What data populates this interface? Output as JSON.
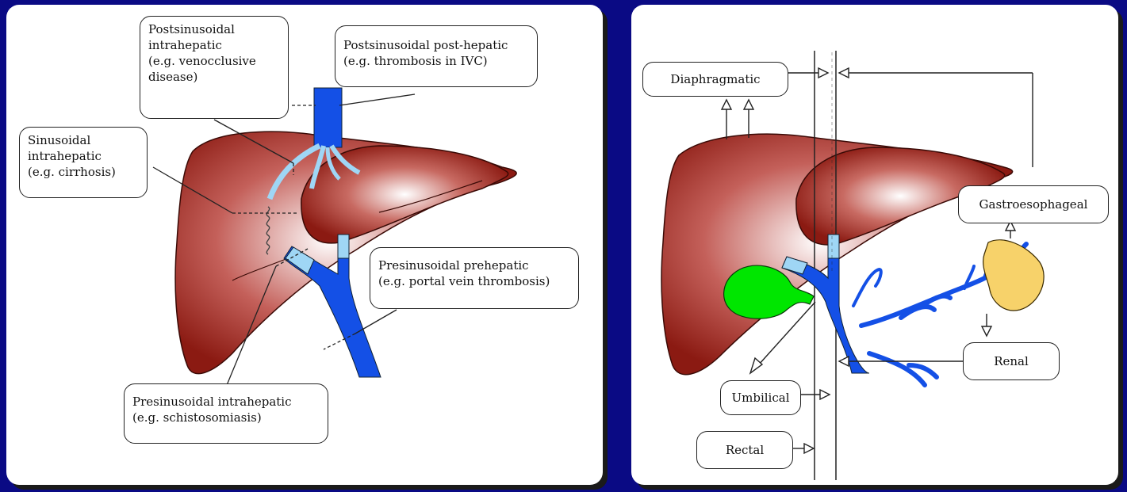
{
  "left_panel": {
    "labels": {
      "postsinusoidal_intrahepatic": [
        "Postsinusoidal",
        "intrahepatic",
        "(e.g. venocclusive",
        "disease)"
      ],
      "postsinusoidal_posthepatic": [
        "Postsinusoidal post-hepatic",
        "(e.g. thrombosis in IVC)"
      ],
      "sinusoidal_intrahepatic": [
        "Sinusoidal",
        "intrahepatic",
        "(e.g. cirrhosis)"
      ],
      "presinusoidal_prehepatic": [
        "Presinusoidal prehepatic",
        "(e.g. portal vein thrombosis)"
      ],
      "presinusoidal_intrahepatic": [
        "Presinusoidal intrahepatic",
        "(e.g. schistosomiasis)"
      ]
    }
  },
  "right_panel": {
    "labels": {
      "diaphragmatic": "Diaphragmatic",
      "gastroesophageal": "Gastroesophageal",
      "renal": "Renal",
      "umbilical": "Umbilical",
      "rectal": "Rectal"
    }
  },
  "colors": {
    "liver": "#8b1a12",
    "liver_highlight": "#ffffff",
    "portal_vein": "#1450e6",
    "ivc": "#1450e6",
    "hepatic_vein_branches": "#9fd6f5",
    "gallbladder": "#00e600",
    "spleen": "#f7d26a",
    "background": "#0a0a84"
  }
}
